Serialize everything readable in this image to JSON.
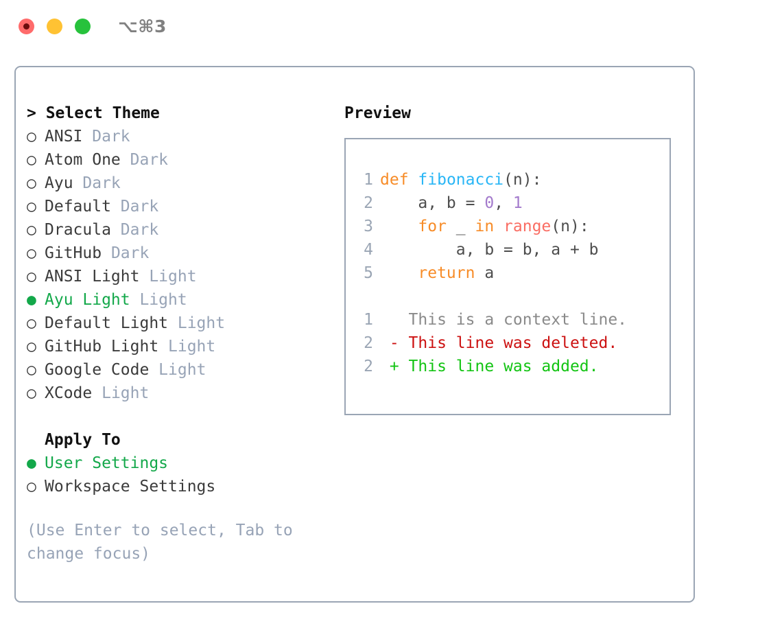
{
  "titlebar": {
    "shortcut": "⌥⌘3",
    "dots": [
      "close",
      "minimize",
      "maximize"
    ]
  },
  "theme_picker": {
    "header": "> Select Theme",
    "marker_unselected": "○",
    "marker_selected": "●",
    "items": [
      {
        "name": "ANSI",
        "variant": "Dark",
        "selected": false
      },
      {
        "name": "Atom One",
        "variant": "Dark",
        "selected": false
      },
      {
        "name": "Ayu",
        "variant": "Dark",
        "selected": false
      },
      {
        "name": "Default",
        "variant": "Dark",
        "selected": false
      },
      {
        "name": "Dracula",
        "variant": "Dark",
        "selected": false
      },
      {
        "name": "GitHub",
        "variant": "Dark",
        "selected": false
      },
      {
        "name": "ANSI Light",
        "variant": "Light",
        "selected": false
      },
      {
        "name": "Ayu Light",
        "variant": "Light",
        "selected": true
      },
      {
        "name": "Default Light",
        "variant": "Light",
        "selected": false
      },
      {
        "name": "GitHub Light",
        "variant": "Light",
        "selected": false
      },
      {
        "name": "Google Code",
        "variant": "Light",
        "selected": false
      },
      {
        "name": "XCode",
        "variant": "Light",
        "selected": false
      }
    ]
  },
  "apply_to": {
    "header": "Apply To",
    "items": [
      {
        "name": "User Settings",
        "selected": true
      },
      {
        "name": "Workspace Settings",
        "selected": false
      }
    ]
  },
  "hint": "(Use Enter to select, Tab to change focus)",
  "preview": {
    "title": "Preview",
    "code_lines": [
      {
        "n": "1",
        "tokens": [
          {
            "t": "def",
            "c": "kw"
          },
          {
            "t": " ",
            "c": "plain"
          },
          {
            "t": "fibonacci",
            "c": "fn"
          },
          {
            "t": "(n):",
            "c": "plain"
          }
        ]
      },
      {
        "n": "2",
        "tokens": [
          {
            "t": "    a, b = ",
            "c": "plain"
          },
          {
            "t": "0",
            "c": "num"
          },
          {
            "t": ", ",
            "c": "plain"
          },
          {
            "t": "1",
            "c": "num"
          }
        ]
      },
      {
        "n": "3",
        "tokens": [
          {
            "t": "    ",
            "c": "plain"
          },
          {
            "t": "for",
            "c": "kw"
          },
          {
            "t": " _ ",
            "c": "plain"
          },
          {
            "t": "in",
            "c": "kw"
          },
          {
            "t": " ",
            "c": "plain"
          },
          {
            "t": "range",
            "c": "builtin"
          },
          {
            "t": "(n):",
            "c": "plain"
          }
        ]
      },
      {
        "n": "4",
        "tokens": [
          {
            "t": "        a, b = b, a + b",
            "c": "plain"
          }
        ]
      },
      {
        "n": "5",
        "tokens": [
          {
            "t": "    ",
            "c": "plain"
          },
          {
            "t": "return",
            "c": "kw"
          },
          {
            "t": " a",
            "c": "plain"
          }
        ]
      }
    ],
    "diff_lines": [
      {
        "n": "1",
        "sign": " ",
        "text": "This is a context line.",
        "kind": "diff-ctx"
      },
      {
        "n": "2",
        "sign": "-",
        "text": "This line was deleted.",
        "kind": "diff-del"
      },
      {
        "n": "2",
        "sign": "+",
        "text": "This line was added.",
        "kind": "diff-add"
      }
    ]
  },
  "colors": {
    "accent_green": "#13a84a",
    "muted": "#97a3b6",
    "border": "#9aa5b4",
    "keyword": "#f78c28",
    "function": "#29b6f6",
    "builtin": "#fa6d63",
    "number": "#a37acc",
    "diff_delete": "#cc1111",
    "diff_add": "#13c413"
  }
}
